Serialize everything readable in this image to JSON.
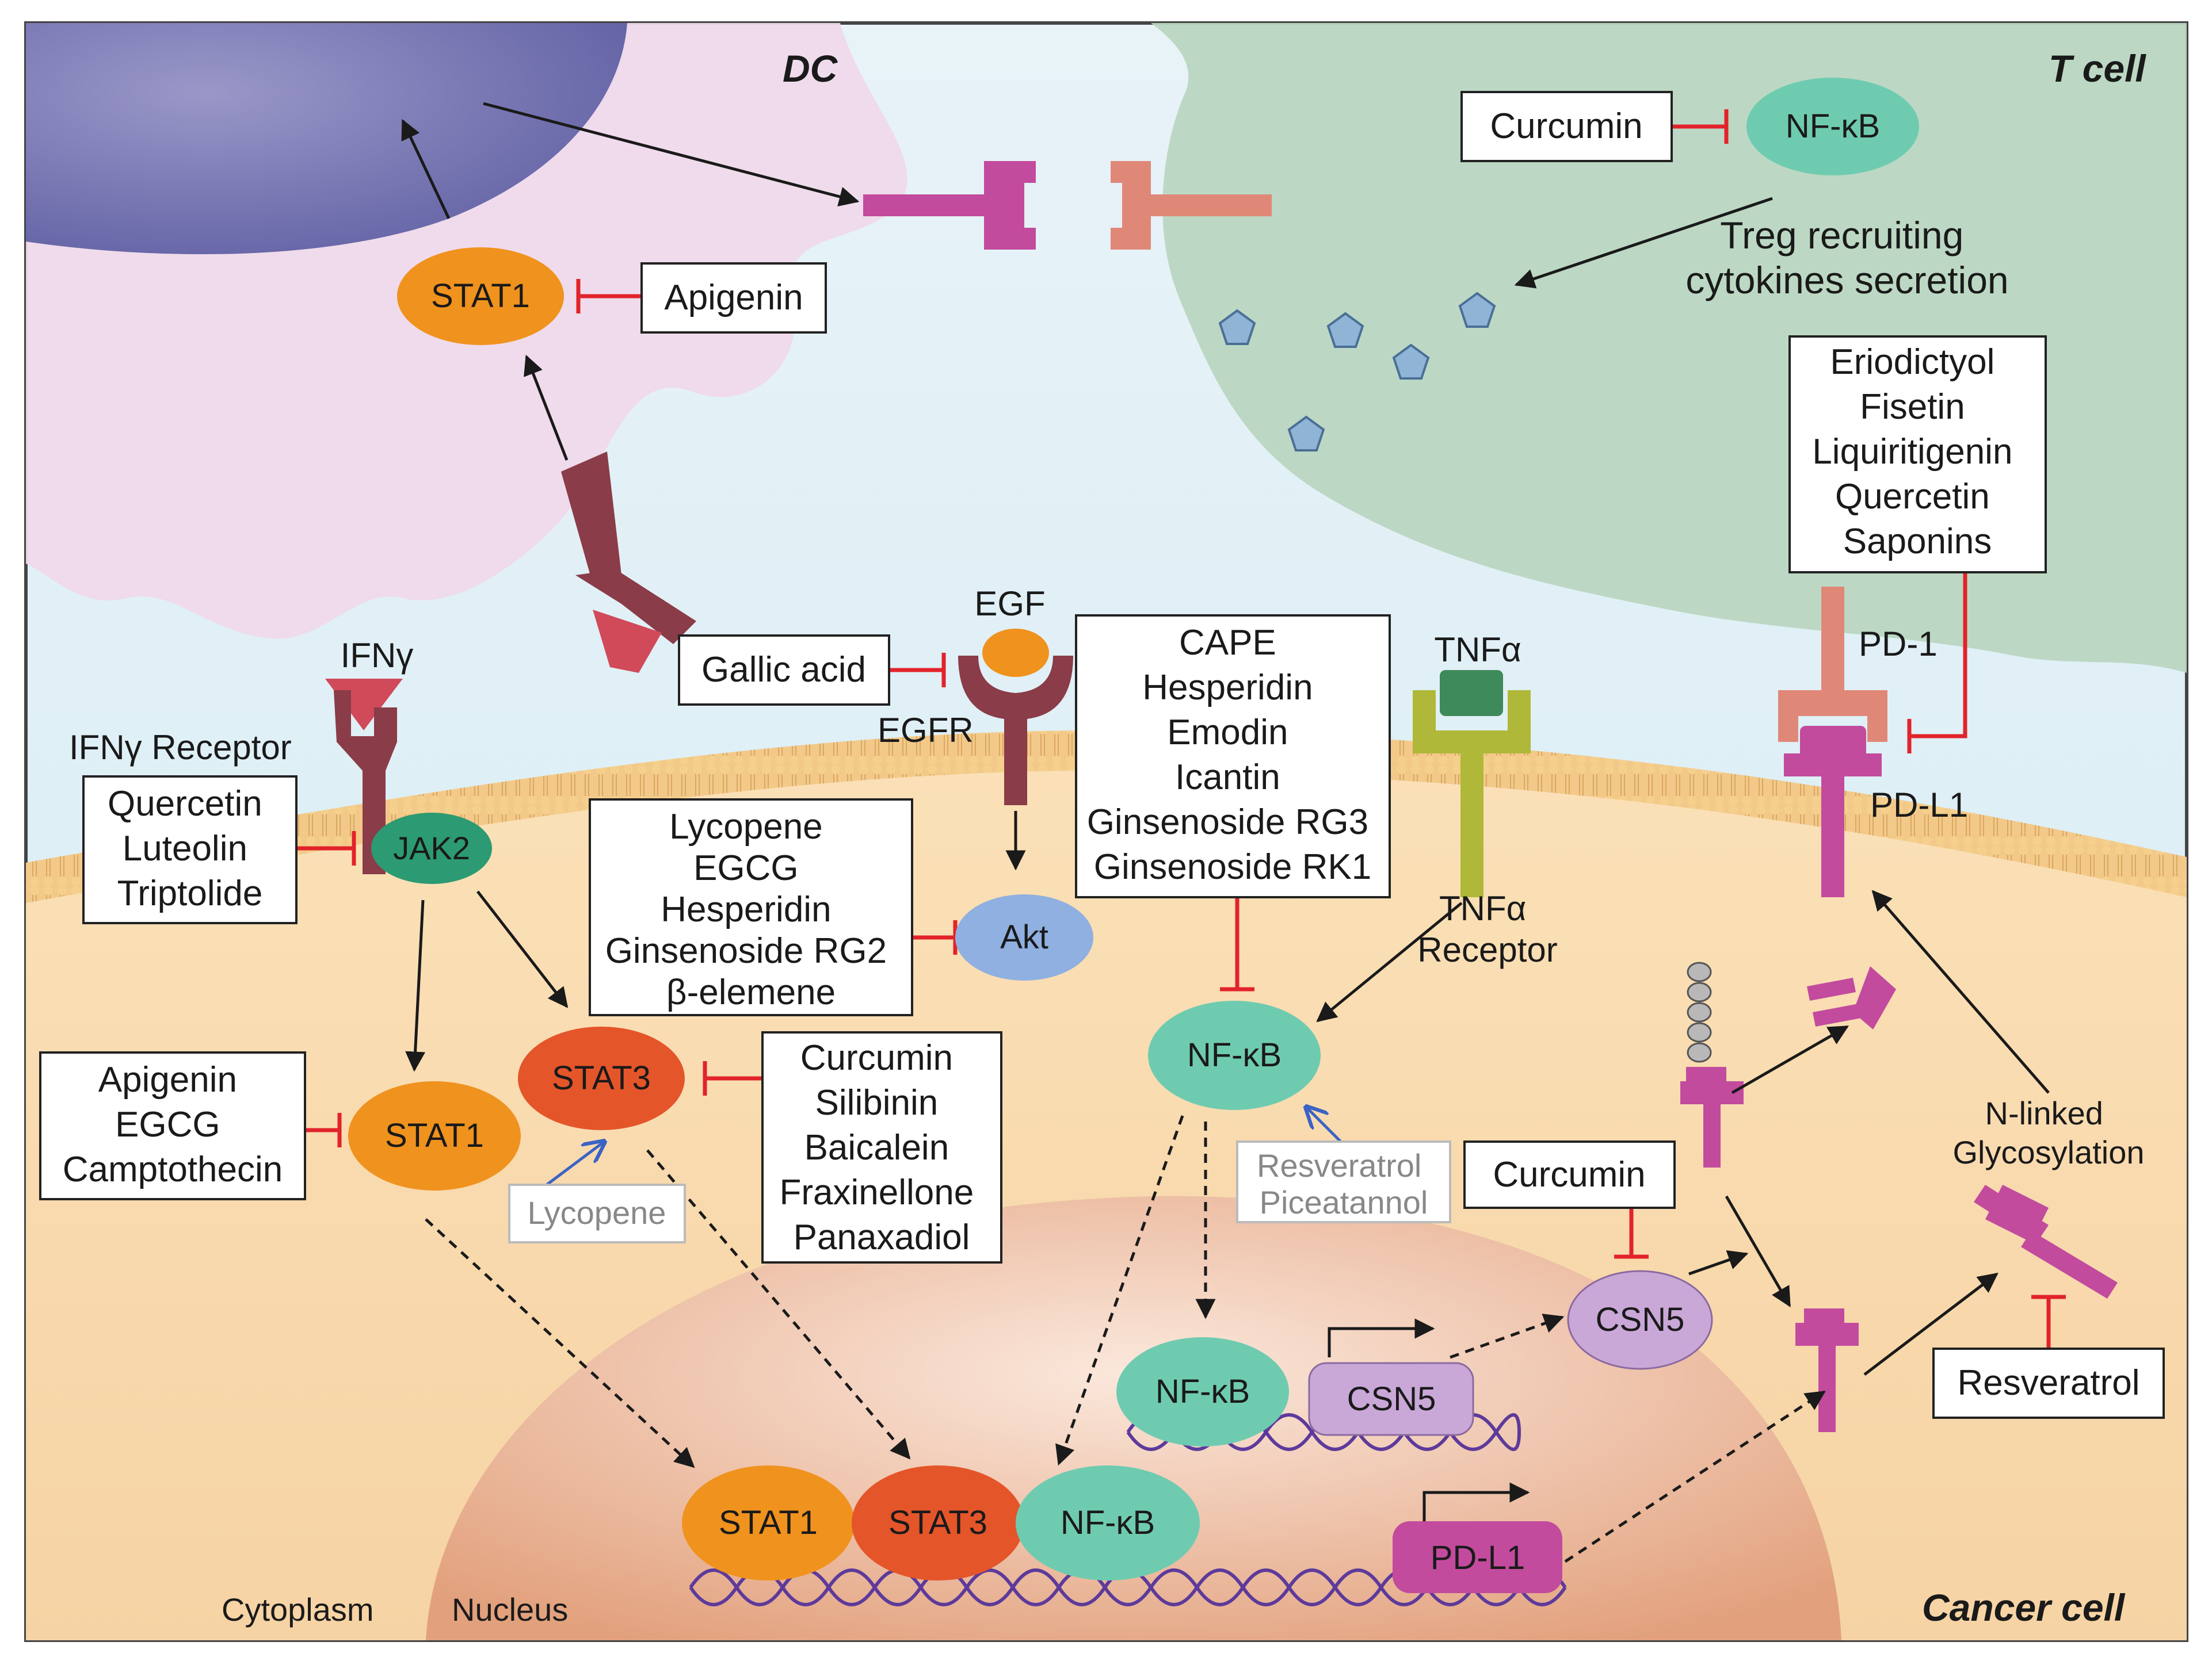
{
  "regions": {
    "dc": "DC",
    "t_cell": "T cell",
    "cancer_cell": "Cancer cell",
    "cytoplasm": "Cytoplasm",
    "nucleus": "Nucleus"
  },
  "receptors": {
    "ifng": "IFNγ",
    "ifng_receptor": "IFNγ Receptor",
    "egf": "EGF",
    "egfr": "EGFR",
    "tnfa": "TNFα",
    "tnfa_receptor": [
      "TNFα",
      "Receptor"
    ],
    "pd1": "PD-1",
    "pdl1": "PD-L1"
  },
  "nodes": {
    "stat1_dc": "STAT1",
    "nfkb_tcell": "NF-κB",
    "jak2": "JAK2",
    "akt": "Akt",
    "stat1_cyto": "STAT1",
    "stat3_cyto": "STAT3",
    "nfkb_cyto": "NF-κB",
    "csn5_cyto": "CSN5",
    "nfkb_nuc": "NF-κB",
    "csn5_gene": "CSN5",
    "stat1_nuc": "STAT1",
    "stat3_nuc": "STAT3",
    "nfkb_nuc2": "NF-κB",
    "pdl1_gene": "PD-L1"
  },
  "inhibitor_boxes": {
    "curcumin_tcell": [
      "Curcumin"
    ],
    "apigenin_dc": [
      "Apigenin"
    ],
    "pd1_inhibitors": [
      "Eriodictyol",
      "Fisetin",
      "Liquiritigenin",
      "Quercetin",
      "Saponins"
    ],
    "gallic_acid": [
      "Gallic acid"
    ],
    "nfkb_inhibitors": [
      "CAPE",
      "Hesperidin",
      "Emodin",
      "Icantin",
      "Ginsenoside RG3",
      "Ginsenoside RK1"
    ],
    "jak2_inhibitors": [
      "Quercetin",
      "Luteolin",
      "Triptolide"
    ],
    "akt_inhibitors": [
      "Lycopene",
      "EGCG",
      "Hesperidin",
      "Ginsenoside RG2",
      "β-elemene"
    ],
    "stat3_inhibitors": [
      "Curcumin",
      "Silibinin",
      "Baicalein",
      "Fraxinellone",
      "Panaxadiol"
    ],
    "stat1_inhibitors": [
      "Apigenin",
      "EGCG",
      "Camptothecin"
    ],
    "curcumin_csn5": [
      "Curcumin"
    ],
    "resveratrol": [
      "Resveratrol"
    ]
  },
  "activator_boxes": {
    "lycopene": [
      "Lycopene"
    ],
    "resveratrol_picea": [
      "Resveratrol",
      "Piceatannol"
    ]
  },
  "annotations": {
    "treg": [
      "Treg recruiting",
      "cytokines secretion"
    ],
    "glyco": [
      "N-linked",
      "Glycosylation"
    ]
  },
  "colors": {
    "stat1": "#f0921e",
    "stat3": "#e4552a",
    "nfkb": "#6fcbb0",
    "jak2": "#2c9a72",
    "akt": "#8fb0e0",
    "csn5": "#c9a8d8",
    "pdl1": "#c24b9e",
    "pd1": "#e08878",
    "inhibit": "#e2232a",
    "activate": "#3b63c4"
  }
}
